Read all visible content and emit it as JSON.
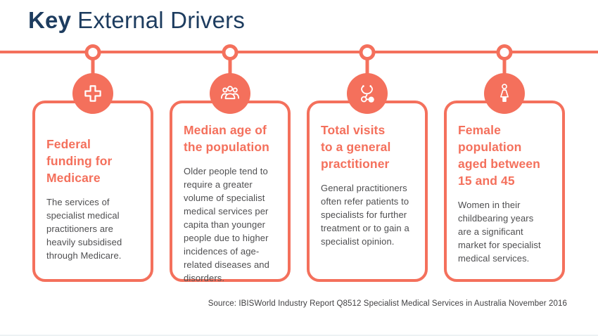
{
  "slide": {
    "title_bold": "Key",
    "title_rest": "External Drivers",
    "source": "Source: IBISWorld Industry Report Q8512 Specialist Medical Services in Australia November 2016"
  },
  "cards": [
    {
      "icon": "medical-cross-icon",
      "heading": "Federal funding for Medicare",
      "body": "The services of specialist medical practitioners are heavily subsidised through Medicare."
    },
    {
      "icon": "population-group-icon",
      "heading": "Median age of the population",
      "body": "Older people tend to require a greater volume of specialist medical services per capita than younger people due to higher incidences of age-related diseases and disorders."
    },
    {
      "icon": "stethoscope-icon",
      "heading": "Total visits to a general practitioner",
      "body": "General practitioners often refer patients to specialists for further treatment or to gain a specialist opinion."
    },
    {
      "icon": "female-figure-icon",
      "heading": "Female population aged between 15 and 45",
      "body": "Women in their childbearing years are a significant market for specialist medical services."
    }
  ],
  "colors": {
    "accent": "#f4705c",
    "title_navy": "#1d3c5f",
    "body_text": "#4e4e50",
    "source_text": "#414042"
  }
}
